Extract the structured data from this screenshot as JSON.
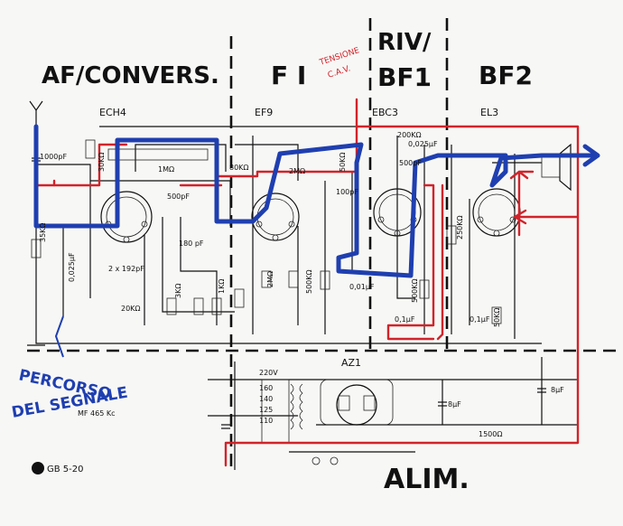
{
  "sections": {
    "af_convers": "AF/CONVERS.",
    "fi": "F I",
    "riv": "RIV/",
    "bf1": "BF1",
    "bf2": "BF2",
    "alim": "ALIM."
  },
  "annotations": {
    "tensione": "TENSIONE",
    "cav": "C.A.V.",
    "percorso": "PERCORSO",
    "del_segnale": "DEL SEGNALE"
  },
  "tubes": {
    "ech4": "ECH4",
    "ef9": "EF9",
    "ebc3": "EBC3",
    "el3": "EL3",
    "az1": "AZ1"
  },
  "components": {
    "c_1000pf": "1000pF",
    "r_30k": "30KΩ",
    "r_1m": "1MΩ",
    "r_80k": "80KΩ",
    "r_2m_a": "2MΩ",
    "r_50k_a": "50KΩ",
    "c_500pf_a": "500pF",
    "c_500pf_b": "500pF",
    "r_200k": "200KΩ",
    "c_0025uf_a": "0,025μF",
    "c_100pf": "100pF",
    "r_35k": "35KΩ",
    "c_0025uf_b": "0,025μF",
    "c_2x192pf": "2 x 192pF",
    "c_180pf": "180 pF",
    "r_20k": "20KΩ",
    "r_3k": "3KΩ",
    "r_1k": "1KΩ",
    "r_2m_b": "2MΩ",
    "r_500k_a": "500KΩ",
    "c_001uf": "0,01μF",
    "r_500k_b": "500KΩ",
    "c_01uf_a": "0,1μF",
    "r_250k": "250KΩ",
    "c_01uf_b": "0,1μF",
    "r_50k_b": "50KΩ",
    "v_220": "220V",
    "v_160": "160",
    "v_140": "140",
    "v_125": "125",
    "v_110": "110",
    "c_8uf_a": "8μF",
    "c_8uf_b": "8μF",
    "r_1500": "1500Ω",
    "mf": "MF 465 Kc",
    "gb": "GB 5-20"
  },
  "colors": {
    "signal_path": "#1f3fb0",
    "cav_path": "#d1232a"
  }
}
